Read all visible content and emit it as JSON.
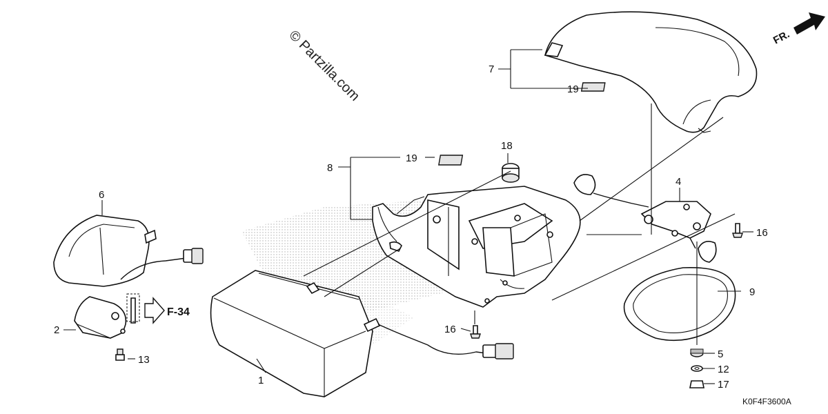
{
  "watermark": "© Partzilla.com",
  "diagram_code": "K0F4F3600A",
  "front_indicator": "FR.",
  "reference": "F-34",
  "callouts": {
    "c1": "1",
    "c2": "2",
    "c4": "4",
    "c5": "5",
    "c6": "6",
    "c7": "7",
    "c8": "8",
    "c9": "9",
    "c12": "12",
    "c13": "13",
    "c16a": "16",
    "c16b": "16",
    "c17": "17",
    "c18": "18",
    "c19a": "19",
    "c19b": "19"
  }
}
